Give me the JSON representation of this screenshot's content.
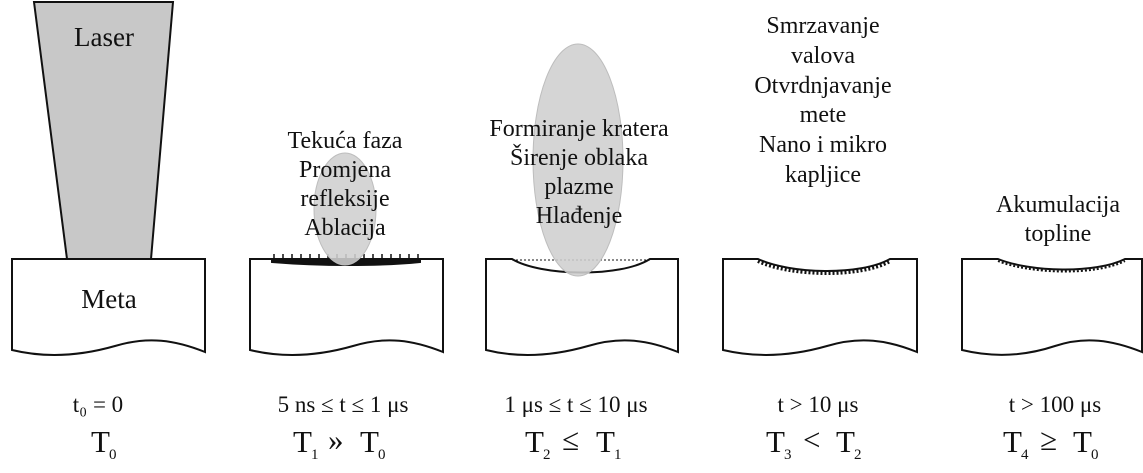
{
  "colors": {
    "ink": "#111111",
    "laser_fill": "#c8c8c8",
    "plume_fill": "#cfcfcf",
    "background": "#ffffff"
  },
  "stage1": {
    "laser_label": "Laser",
    "target_label": "Meta",
    "time": "t₀ = 0",
    "temp_main": "T",
    "temp_sub": "0"
  },
  "stage2": {
    "lines": [
      "Tekuća faza",
      "Promjena",
      "refleksije",
      "Ablacija"
    ],
    "time": "5 ns ≤ t ≤ 1 μs",
    "temp": {
      "a": "T",
      "a_sub": "1",
      "rel": "»",
      "b": "T",
      "b_sub": "0"
    }
  },
  "stage3": {
    "lines": [
      "Formiranje kratera",
      "Širenje oblaka",
      "plazme",
      "Hlađenje"
    ],
    "time": "1 μs ≤ t ≤ 10 μs",
    "temp": {
      "a": "T",
      "a_sub": "2",
      "rel": "≤",
      "b": "T",
      "b_sub": "1"
    }
  },
  "stage4": {
    "lines": [
      "Smrzavanje",
      "valova",
      "Otvrdnjavanje",
      "mete",
      "Nano i mikro",
      "kapljice"
    ],
    "time": "t > 10 μs",
    "temp": {
      "a": "T",
      "a_sub": "3",
      "rel": "<",
      "b": "T",
      "b_sub": "2"
    }
  },
  "stage5": {
    "lines": [
      "Akumulacija",
      "topline"
    ],
    "time": "t > 100 μs",
    "temp": {
      "a": "T",
      "a_sub": "4",
      "rel": "≥",
      "b": "T",
      "b_sub": "0"
    }
  }
}
